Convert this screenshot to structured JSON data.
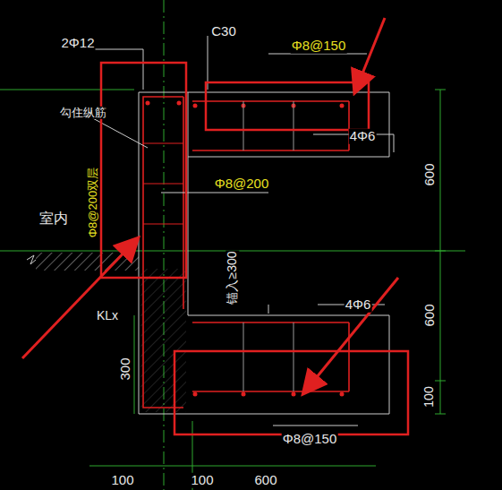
{
  "diagram": {
    "labels": [
      "2Φ12",
      "C30",
      "Φ8@150",
      "勾住纵筋",
      "Φ8@200",
      "Φ8@200双层",
      "室内",
      "4Φ6",
      "600",
      "锚入≥300",
      "KLx",
      "4Φ6",
      "600",
      "300",
      "100",
      "Φ8@150",
      "100",
      "100",
      "600"
    ]
  }
}
